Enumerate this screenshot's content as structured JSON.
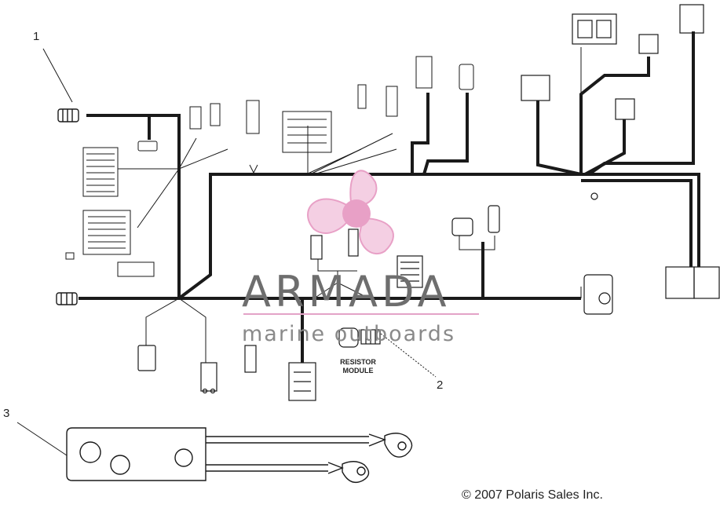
{
  "callouts": {
    "c1": "1",
    "c2": "2",
    "c3": "3"
  },
  "watermark": {
    "title": "ARMADA",
    "subtitle": "marine outboards"
  },
  "module_label": {
    "line1": "RESISTOR",
    "line2": "MODULE"
  },
  "copyright": "© 2007 Polaris Sales Inc.",
  "colors": {
    "wire": "#1a1a1a",
    "logo_pink": "#e8a0c6",
    "watermark_gray": "#6e6e6e",
    "watermark_line": "#e3a3c7"
  }
}
